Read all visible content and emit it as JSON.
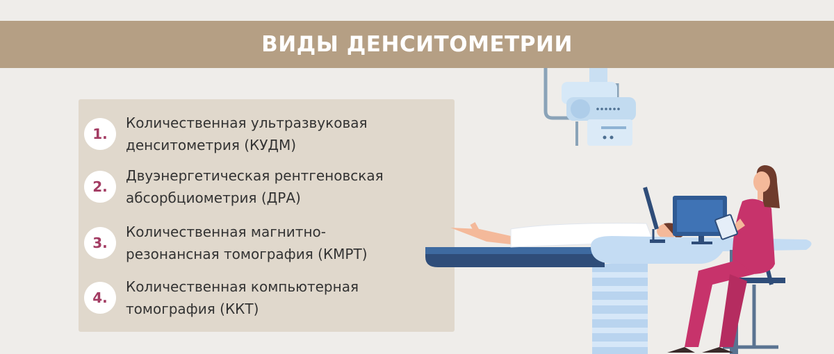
{
  "header": {
    "title": "ВИДЫ ДЕНСИТОМЕТРИИ"
  },
  "list": {
    "items": [
      {
        "number": "1.",
        "line1": "Количественная ультразвуковая",
        "line2": "денситометрия (КУДМ)"
      },
      {
        "number": "2.",
        "line1": "Двуэнергетическая рентгеновская",
        "line2": "абсорбциометрия (ДРА)"
      },
      {
        "number": "3.",
        "line1": "Количественная магнитно-",
        "line2": "резонансная томография (КМРТ)"
      },
      {
        "number": "4.",
        "line1": "Количественная компьютерная",
        "line2": "томография (ККТ)"
      }
    ]
  },
  "illustration": {
    "icon": "densitometry-scene-icon"
  },
  "colors": {
    "banner": "#b59f84",
    "background": "#efedea",
    "panel": "#e0d8cc",
    "number": "#a33c63",
    "text": "#333333"
  }
}
